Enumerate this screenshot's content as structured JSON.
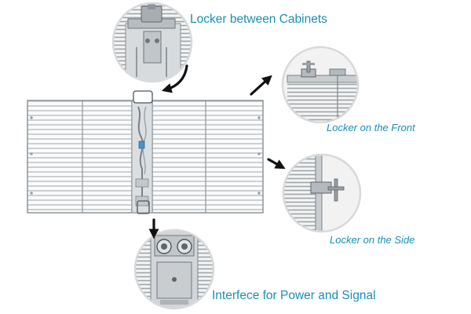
{
  "callouts": {
    "between_cabinets": "Locker between Cabinets",
    "front": "Locker on the Front",
    "side": "Locker on the Side",
    "interface": "Interfece for Power and Signal"
  },
  "colors": {
    "caption": "#1a8fb5",
    "panel_frame": "#8d9499",
    "slat": "#b9bec2",
    "arrow": "#111111",
    "hardware": "#a8adb1"
  },
  "icons": [
    "curved-arrow-icon",
    "arrow-up-right-icon",
    "arrow-right-icon",
    "arrow-down-icon",
    "locker-clamp-icon",
    "power-socket-icon",
    "signal-socket-icon"
  ]
}
